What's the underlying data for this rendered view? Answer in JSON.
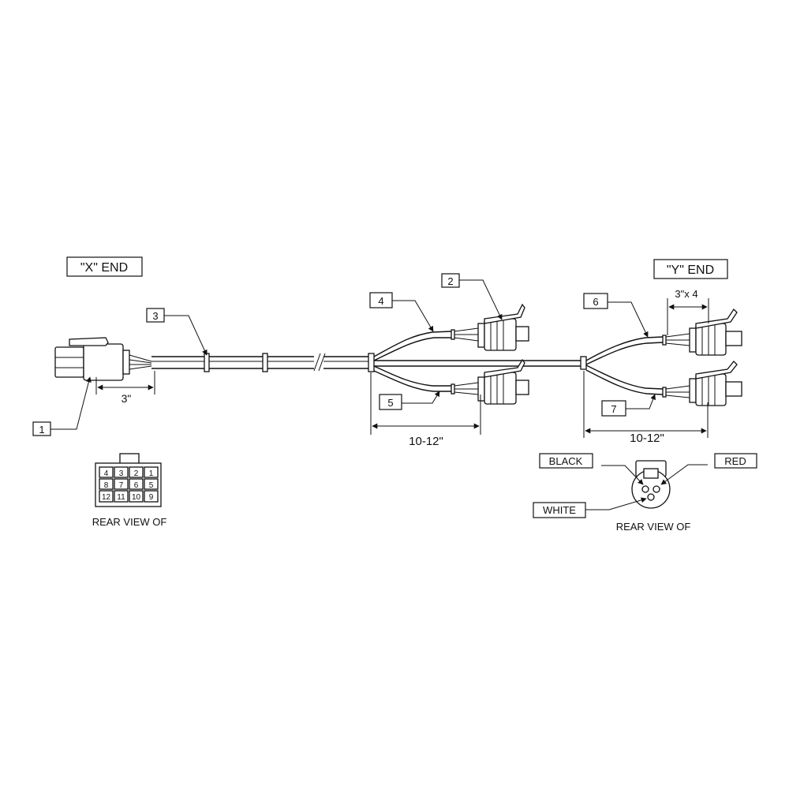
{
  "x_end": {
    "title": "\"X\" END",
    "rear_label": "REAR VIEW OF",
    "pins_row1": [
      "4",
      "3",
      "2",
      "1"
    ],
    "pins_row2": [
      "8",
      "7",
      "6",
      "5"
    ],
    "pins_row3": [
      "12",
      "11",
      "10",
      "9"
    ]
  },
  "y_end": {
    "title": "\"Y\" END",
    "rear_label": "REAR VIEW OF",
    "wire_black": "BLACK",
    "wire_red": "RED",
    "wire_white": "WHITE"
  },
  "callouts": [
    "1",
    "2",
    "3",
    "4",
    "5",
    "6",
    "7"
  ],
  "dimensions": {
    "x_tail": "3\"",
    "branch_left": "10-12\"",
    "branch_right": "10-12\"",
    "y_pitch": "3\"x 4"
  }
}
